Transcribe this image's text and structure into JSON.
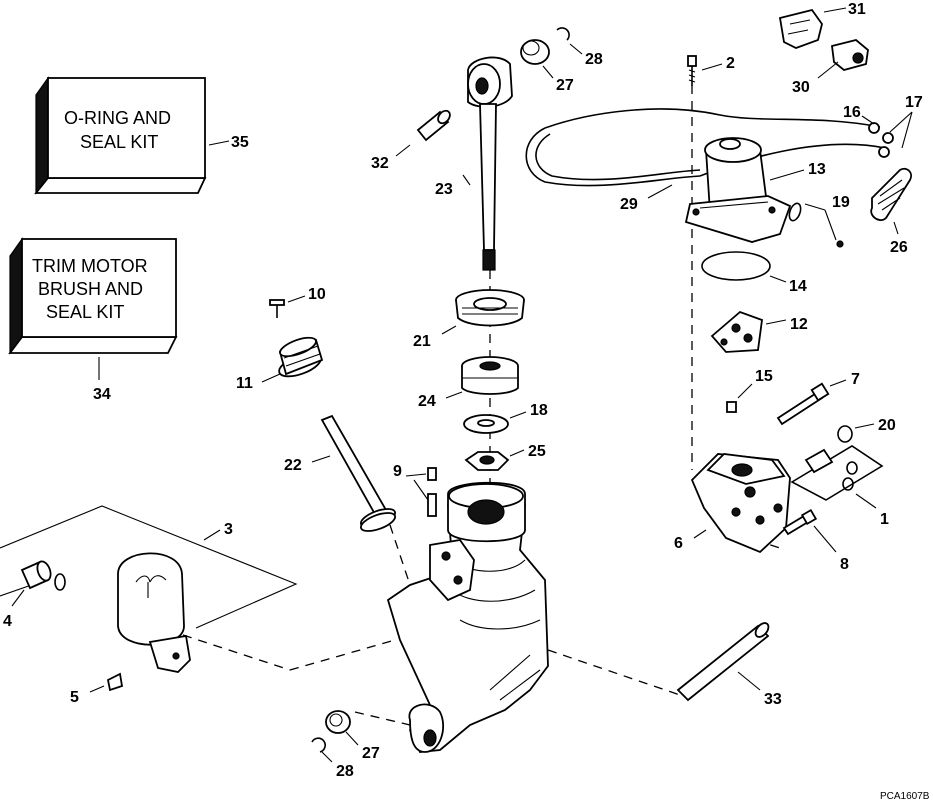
{
  "kits": {
    "seal_kit": {
      "lines": [
        "O-RING AND",
        "SEAL KIT"
      ],
      "number": "35"
    },
    "motor_kit": {
      "lines": [
        "TRIM MOTOR",
        "BRUSH AND",
        "SEAL KIT"
      ],
      "number": "34"
    }
  },
  "callouts": [
    "31",
    "28",
    "27",
    "2",
    "30",
    "16",
    "17",
    "35",
    "32",
    "23",
    "13",
    "29",
    "19",
    "26",
    "14",
    "10",
    "21",
    "12",
    "11",
    "24",
    "15",
    "7",
    "18",
    "20",
    "25",
    "9",
    "22",
    "1",
    "3",
    "6",
    "8",
    "4",
    "5",
    "33",
    "27",
    "28"
  ],
  "drawing_code": "PCA1607B"
}
